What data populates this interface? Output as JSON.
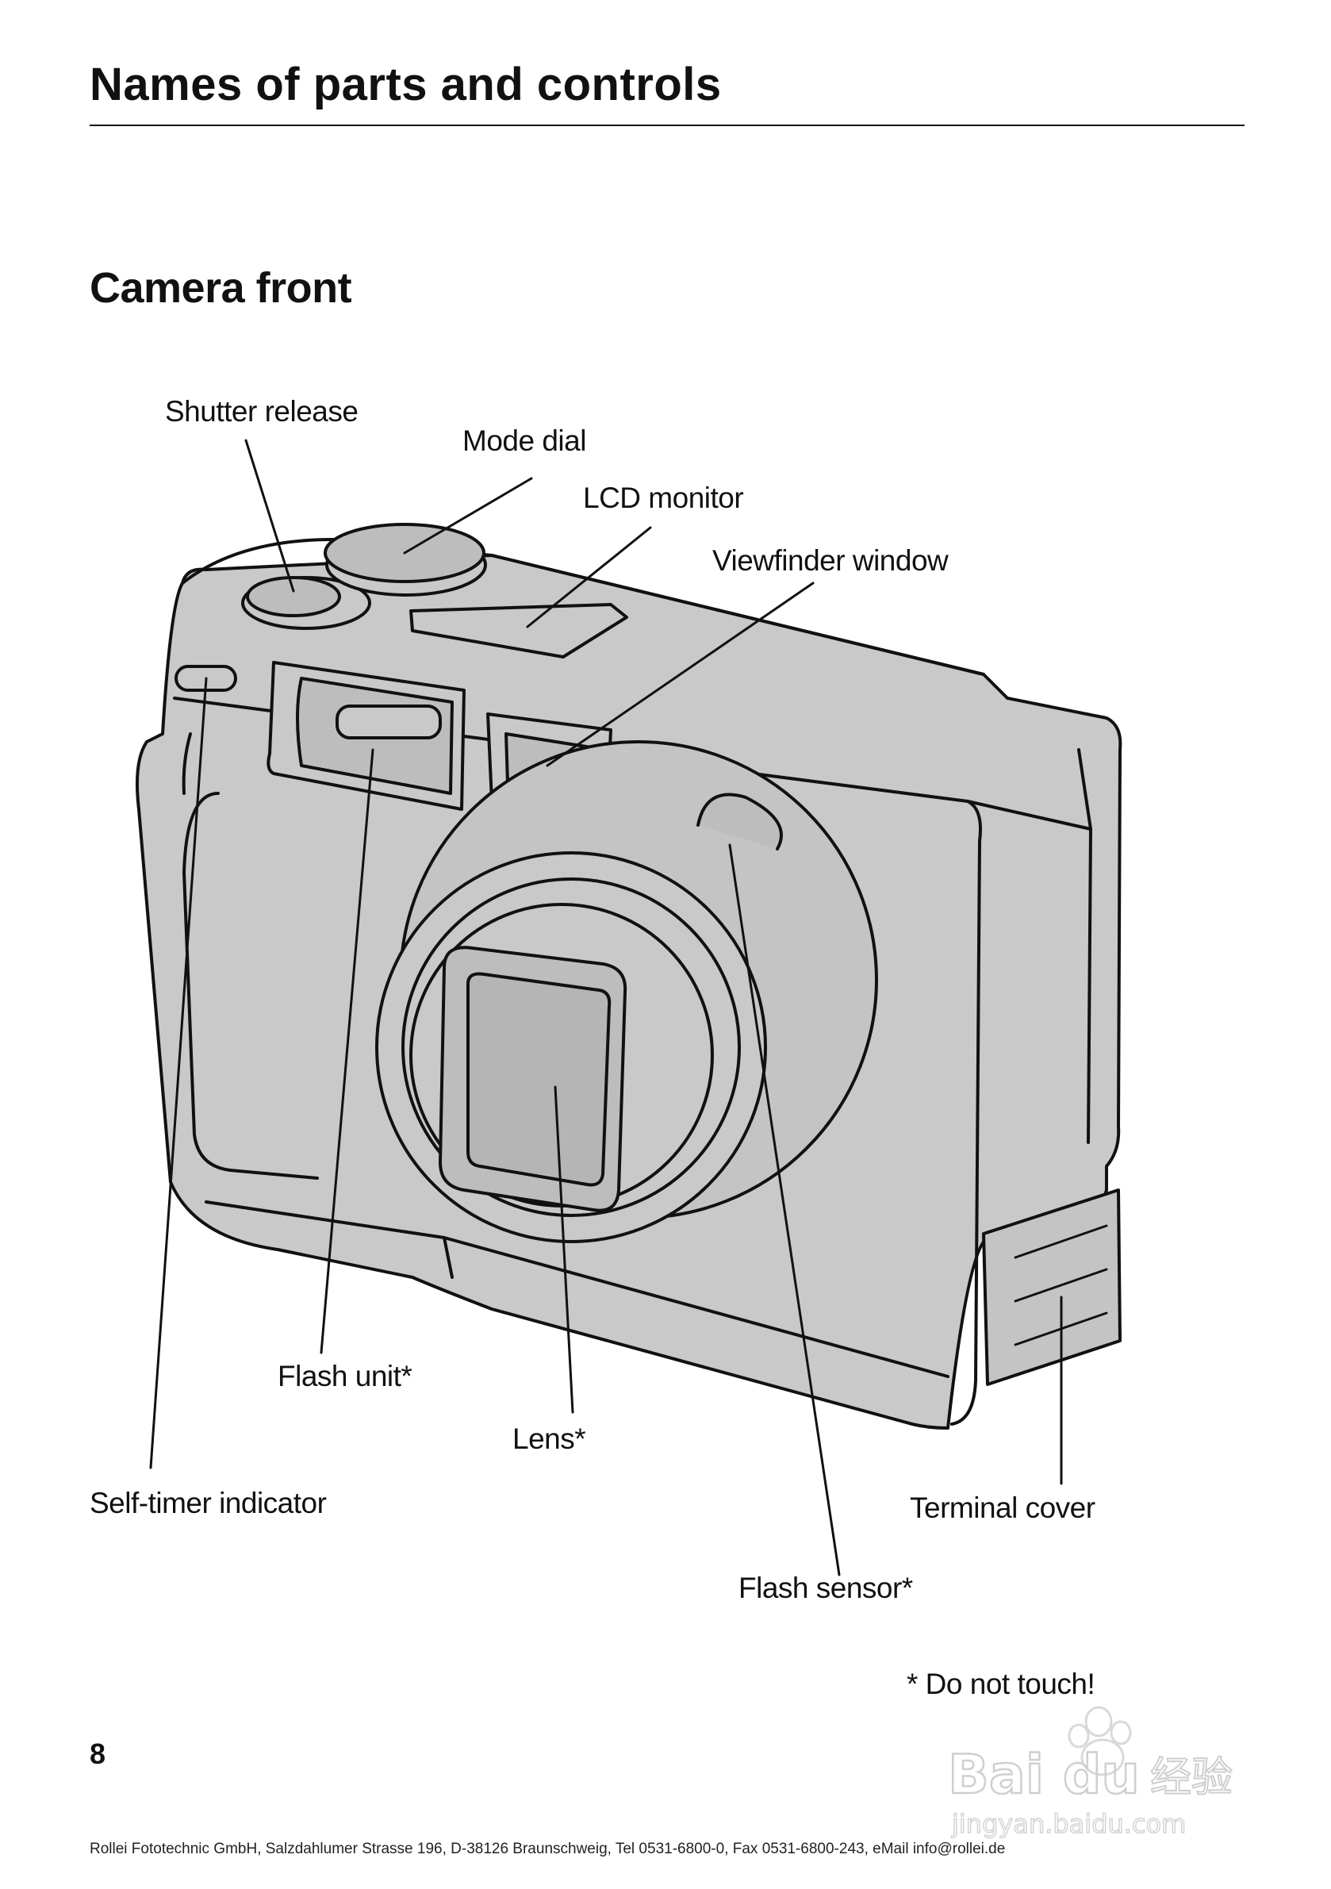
{
  "header": {
    "title": "Names of parts and controls"
  },
  "section": {
    "title": "Camera front"
  },
  "callouts": {
    "shutter_release": "Shutter release",
    "mode_dial": "Mode dial",
    "lcd_monitor": "LCD monitor",
    "viewfinder_window": "Viewfinder window",
    "flash_unit": "Flash unit*",
    "lens": "Lens*",
    "self_timer_indicator": "Self-timer indicator",
    "terminal_cover": "Terminal cover",
    "flash_sensor": "Flash sensor*"
  },
  "footnote": "* Do not touch!",
  "page_number": "8",
  "footer": "Rollei Fototechnic GmbH, Salzdahlumer Strasse 196, D-38126 Braunschweig, Tel 0531-6800-0, Fax 0531-6800-243, eMail info@rollei.de",
  "watermark": {
    "brand": "Bai du",
    "brand_suffix": "经验",
    "url": "jingyan.baidu.com"
  },
  "colors": {
    "body_fill": "#c9c9c9",
    "outline": "#111111",
    "page": "#ffffff"
  }
}
